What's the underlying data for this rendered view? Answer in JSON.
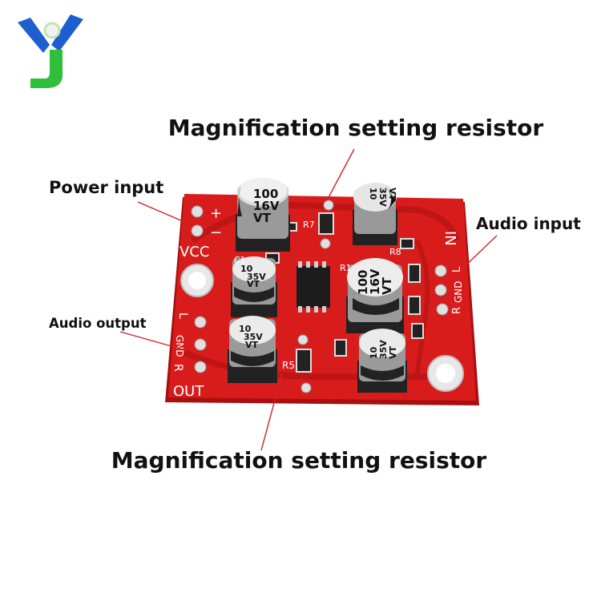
{
  "labels": {
    "magnification_top": "Magnification setting resistor",
    "magnification_bottom": "Magnification setting resistor",
    "power_input": "Power input",
    "audio_input": "Audio input",
    "audio_output": "Audio output"
  },
  "silkscreen": {
    "vcc": "VCC",
    "plus": "+",
    "minus": "−",
    "in": "IN",
    "in_l": "L",
    "in_gnd": "GND",
    "in_r": "R",
    "out": "OUT",
    "out_l": "L",
    "out_gnd": "GND",
    "out_r": "R",
    "r7": "R7",
    "r8": "R8",
    "r5": "R5",
    "r1": "R1",
    "c1": "C1"
  },
  "capacitors": {
    "big_left": [
      "100",
      "16V",
      "VT"
    ],
    "big_right": [
      "100",
      "16V",
      "VT"
    ],
    "small_top_right": [
      "10",
      "35V",
      "VT"
    ],
    "small_left_top": [
      "10",
      "35V",
      "VT"
    ],
    "small_left_bottom": [
      "10",
      "35V",
      "VT"
    ],
    "small_bottom_right": [
      "10",
      "35V",
      "VT"
    ]
  },
  "colors": {
    "pcb": "#d81c1c",
    "pcb_dark": "#a81010",
    "logo_blue": "#1e5fd0",
    "logo_green": "#2fbf3a",
    "text": "#111111"
  }
}
